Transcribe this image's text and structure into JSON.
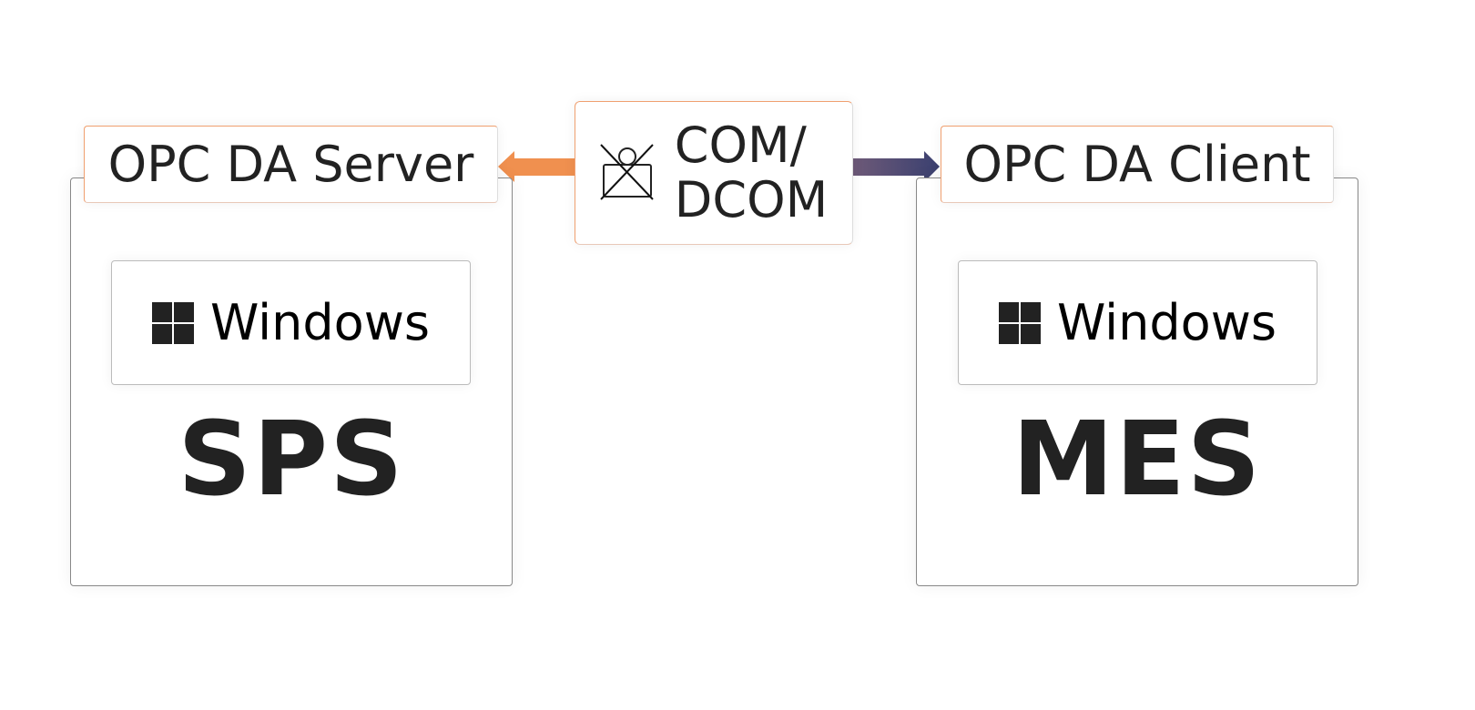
{
  "left": {
    "label": "OPC DA Server",
    "os": "Windows",
    "system": "SPS"
  },
  "right": {
    "label": "OPC DA Client",
    "os": "Windows",
    "system": "MES"
  },
  "protocol": {
    "line1": "COM/",
    "line2": "DCOM",
    "icon": "crossed-out-person-icon"
  },
  "colors": {
    "orange": "#f0904f",
    "navy": "#3a4070",
    "label_border": "#f0a070"
  }
}
